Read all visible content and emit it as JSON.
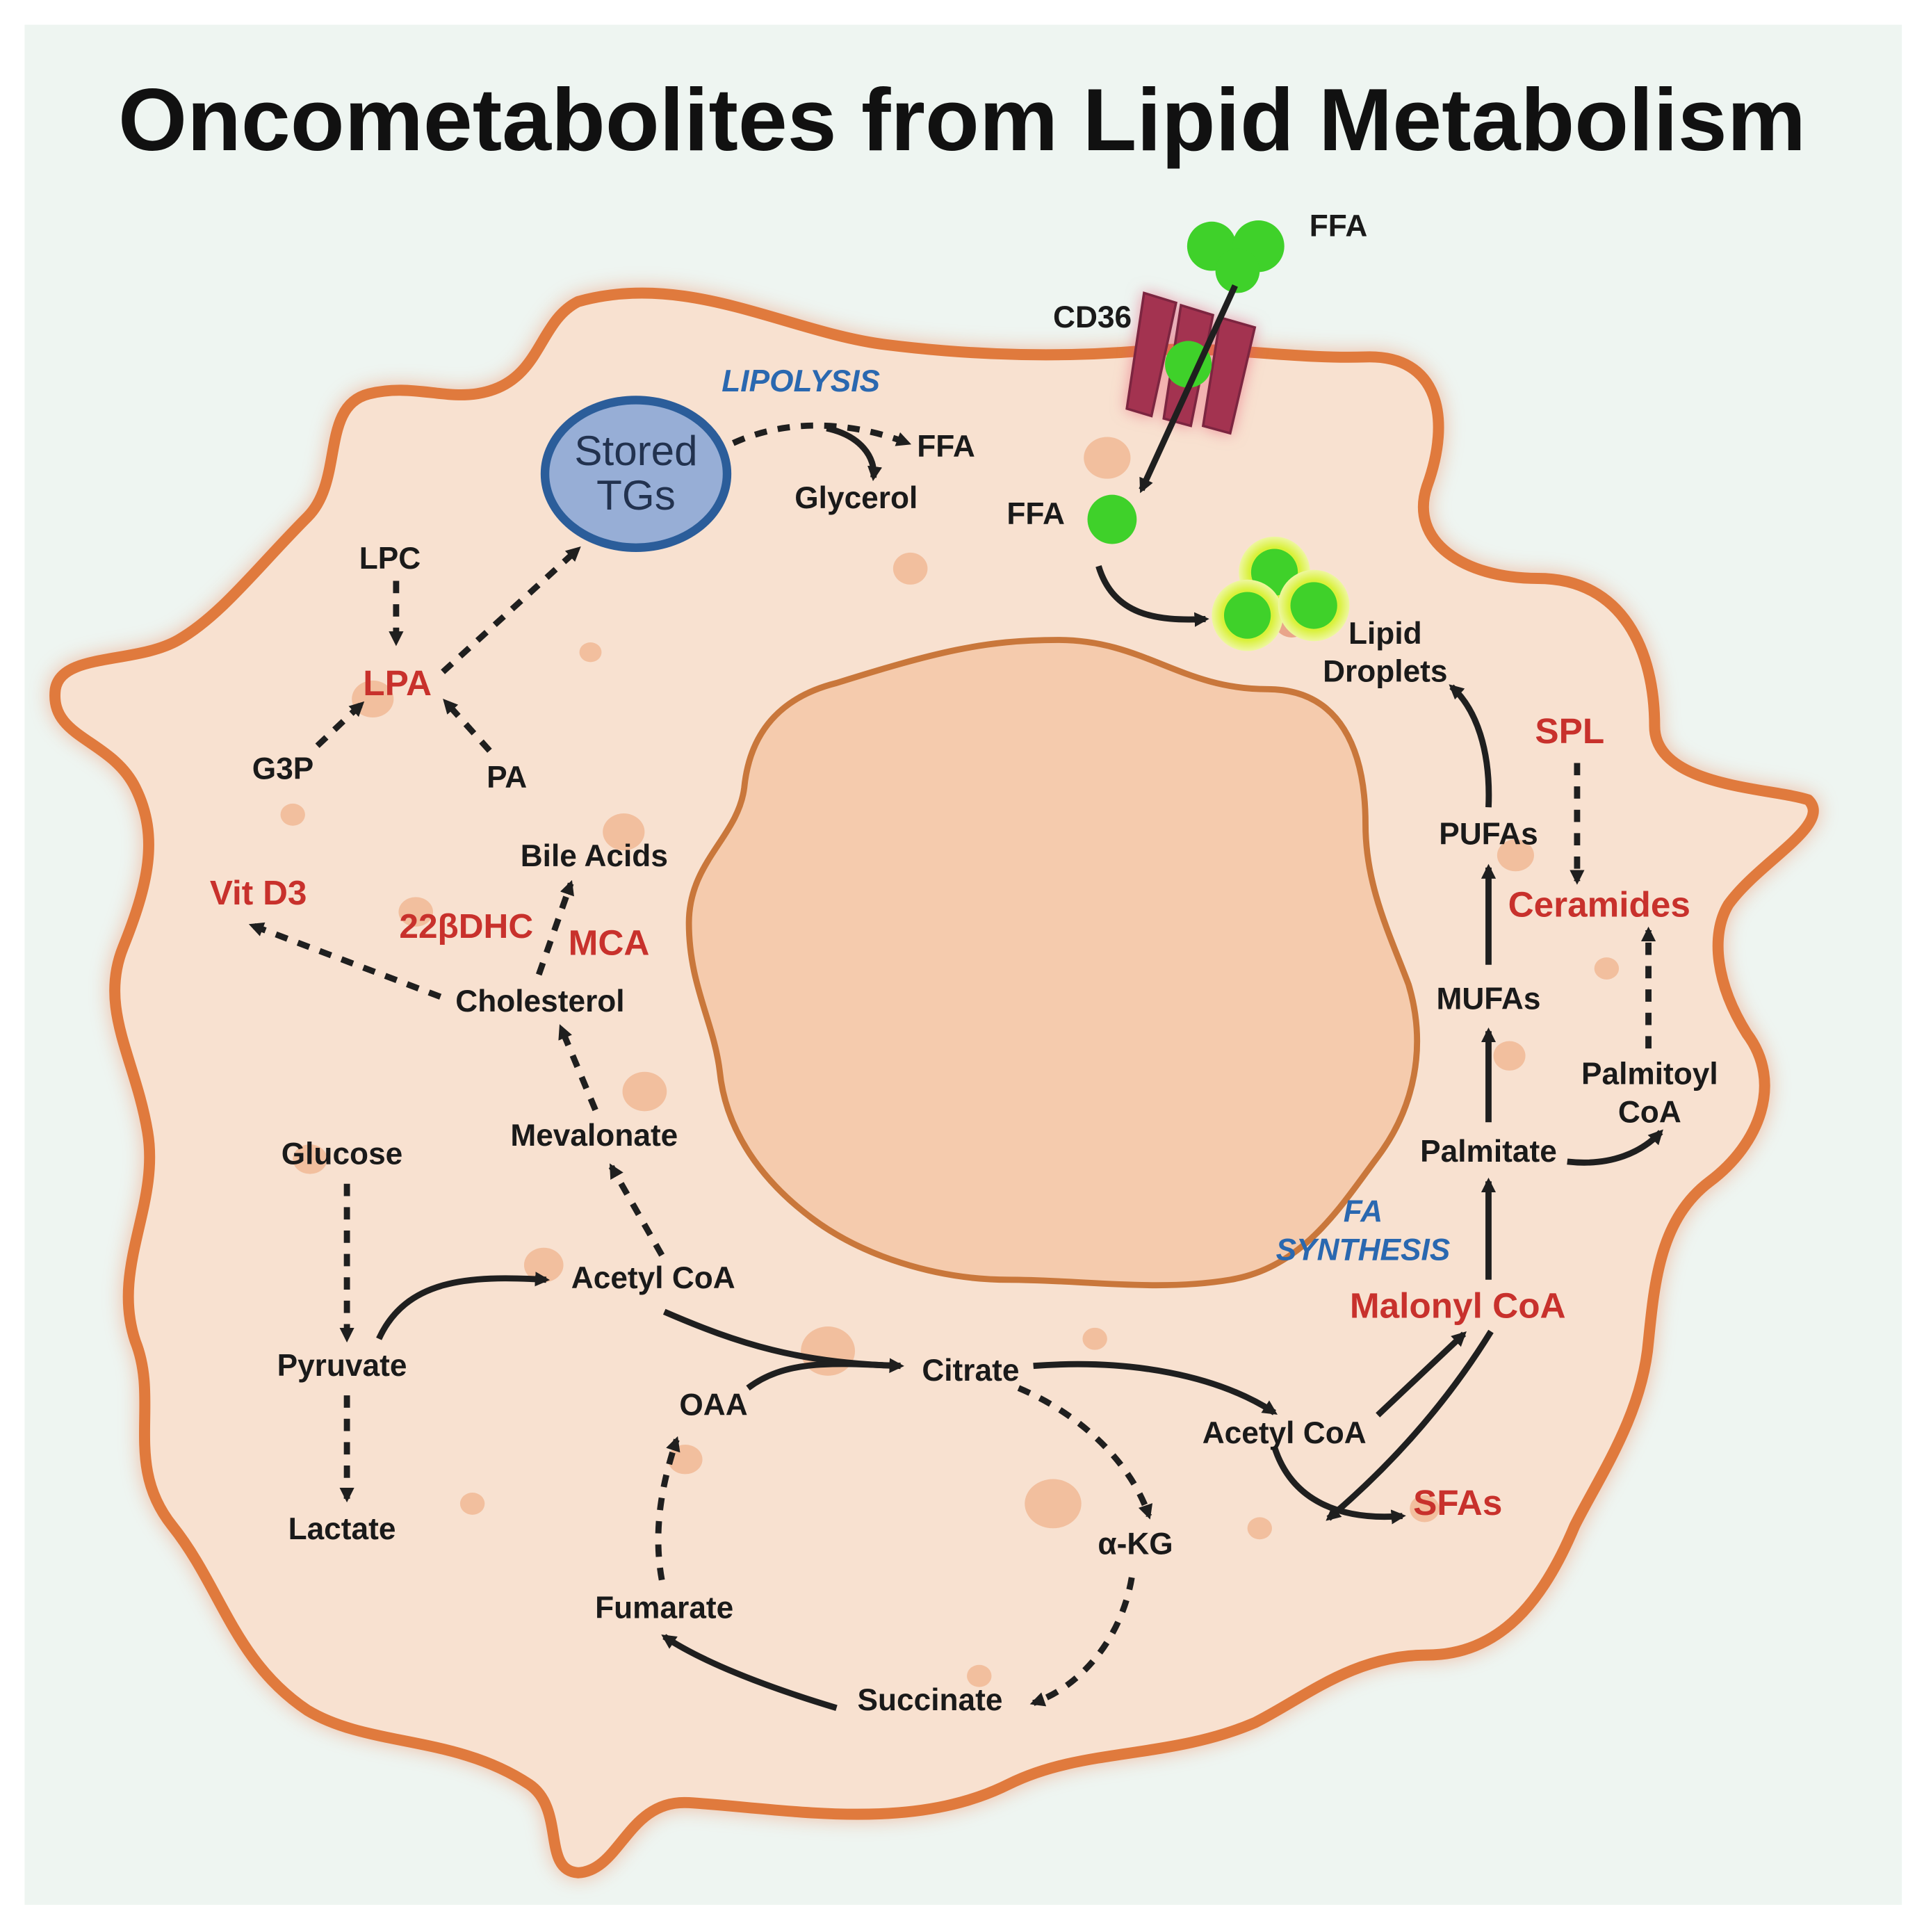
{
  "title": "Oncometabolites from Lipid Metabolism",
  "processes": {
    "lipolysis": "LIPOLYSIS",
    "fa_synthesis_1": "FA",
    "fa_synthesis_2": "SYNTHESIS"
  },
  "transporter": "CD36",
  "stored_tgs": {
    "line1": "Stored",
    "line2": "TGs"
  },
  "metabolites": {
    "ffa_outside": "FFA",
    "ffa_lipolysis": "FFA",
    "glycerol": "Glycerol",
    "ffa_inside": "FFA",
    "lipid_droplets_1": "Lipid",
    "lipid_droplets_2": "Droplets",
    "lpc": "LPC",
    "g3p": "G3P",
    "pa": "PA",
    "bile_acids": "Bile Acids",
    "cholesterol": "Cholesterol",
    "mevalonate": "Mevalonate",
    "glucose": "Glucose",
    "pyruvate": "Pyruvate",
    "lactate": "Lactate",
    "acetyl_coa_1": "Acetyl CoA",
    "citrate": "Citrate",
    "oaa": "OAA",
    "akg": "α-KG",
    "fumarate": "Fumarate",
    "succinate": "Succinate",
    "acetyl_coa_2": "Acetyl CoA",
    "palmitate": "Palmitate",
    "palmitoyl_coa_1": "Palmitoyl",
    "palmitoyl_coa_2": "CoA",
    "mufas": "MUFAs",
    "pufas": "PUFAs"
  },
  "oncometabolites": {
    "lpa": "LPA",
    "vit_d3": "Vit D3",
    "dhc": "22βDHC",
    "mca": "MCA",
    "spl": "SPL",
    "ceramides": "Ceramides",
    "malonyl_coa": "Malonyl CoA",
    "sfas": "SFAs"
  },
  "colors": {
    "background": "#eef5f1",
    "cell_fill": "#f8e1d0",
    "cell_border": "#e07a3d",
    "nucleus_fill": "#f5cbad",
    "nucleus_border": "#c9773b",
    "oncometabolite_text": "#c8312c",
    "process_text": "#2a68b0",
    "ffa_green": "#3fd12a",
    "cd36": "#a33350",
    "stored_tgs_fill": "#97aed6",
    "stored_tgs_border": "#2b5d9a"
  }
}
